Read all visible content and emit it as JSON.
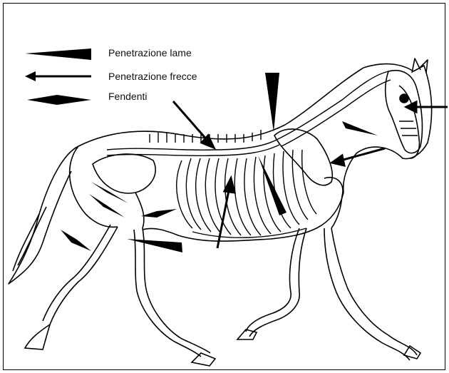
{
  "legend": {
    "items": [
      {
        "label": "Penetrazione lame",
        "symbol": "wedge-icon"
      },
      {
        "label": "Penetrazione frecce",
        "symbol": "arrow-icon"
      },
      {
        "label": "Fendenti",
        "symbol": "double-wedge-icon"
      }
    ]
  },
  "colors": {
    "ink": "#000000",
    "background": "#ffffff"
  }
}
